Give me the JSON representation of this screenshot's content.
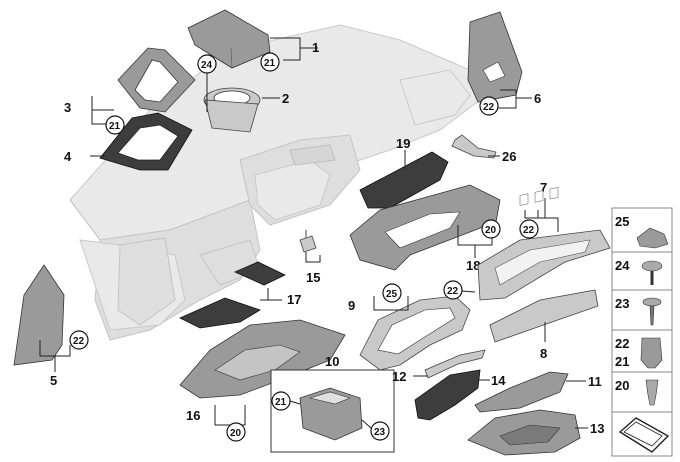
{
  "callouts": {
    "c1": "1",
    "c2": "2",
    "c3": "3",
    "c4": "4",
    "c5": "5",
    "c6": "6",
    "c7": "7",
    "c8": "8",
    "c9": "9",
    "c10": "10",
    "c11": "11",
    "c12": "12",
    "c13": "13",
    "c14": "14",
    "c15": "15",
    "c16": "16",
    "c17": "17",
    "c18": "18",
    "c19": "19",
    "c26": "26"
  },
  "circled": {
    "r1": "21",
    "r2": "24",
    "r3": "21",
    "r5": "22",
    "r6": "22",
    "r7": "22",
    "r9": "25",
    "r9b": "22",
    "r10a": "21",
    "r10b": "23",
    "r16": "20",
    "r18": "20"
  },
  "side_panel": [
    "25",
    "24",
    "23",
    "22",
    "21",
    "20"
  ]
}
